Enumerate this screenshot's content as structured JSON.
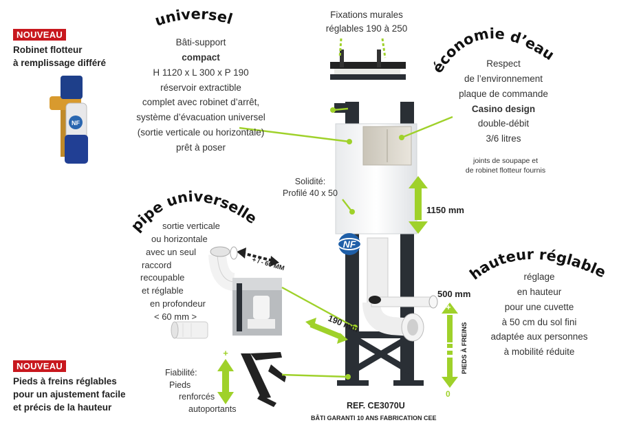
{
  "badges": {
    "new1": "NOUVEAU",
    "new2": "NOUVEAU"
  },
  "robinet": {
    "line1": "Robinet flotteur",
    "line2": "à remplissage différé"
  },
  "pieds": {
    "line1": "Pieds à freins réglables",
    "line2": "pour un ajustement facile",
    "line3": "et précis de la hauteur"
  },
  "universel": {
    "title": "universel",
    "lines": [
      "Bâti-support",
      "compact",
      "H 1120 x L 300 x P 190",
      "réservoir extractible",
      "complet avec robinet d’arrêt,",
      "système d’évacuation universel",
      "(sortie verticale ou horizontale)",
      "prêt à poser"
    ]
  },
  "fixations": {
    "line1": "Fixations murales",
    "line2": "réglables 190 à 250"
  },
  "economie": {
    "title": "économie d’eau",
    "lines": [
      "Respect",
      "de l’environnement",
      "plaque de commande",
      "Casino  design",
      "double-débit",
      "3/6 litres"
    ],
    "note1": "joints de soupape et",
    "note2": "de robinet flotteur fournis"
  },
  "solidite": {
    "line1": "Solidité:",
    "line2": "Profilé 40 x 50"
  },
  "dim_1150": "1150 mm",
  "pipe": {
    "title": "pipe universelle",
    "lines": [
      "sortie verticale",
      "ou horizontale",
      "avec un seul",
      "raccord",
      "recoupable",
      "et réglable",
      "en profondeur",
      "< 60 mm >"
    ],
    "adjust": "+ / - 60 MM"
  },
  "hauteur": {
    "title": "hauteur réglable",
    "lines": [
      "réglage",
      "en hauteur",
      "pour une cuvette",
      "à 50 cm du sol fini",
      "adaptée aux personnes",
      "à mobilité réduite"
    ]
  },
  "dim_500": "500 mm",
  "dim_190": "190 mm",
  "pieds_freins_label": "PIEDS À FREINS",
  "pieds_zero": "0",
  "fiabilite": {
    "line1": "Fiabilité:",
    "line2": "Pieds",
    "line3": "renforcés",
    "line4": "autoportants"
  },
  "ref": "REF. CE3070U",
  "garantie": "BÂTI GARANTI 10 ANS FABRICATION CEE",
  "nf_logo": "NF",
  "colors": {
    "accent_green": "#9fd12a",
    "badge_red": "#c8181e",
    "frame_dark": "#2a2f35",
    "nf_blue": "#1f5fa8"
  }
}
